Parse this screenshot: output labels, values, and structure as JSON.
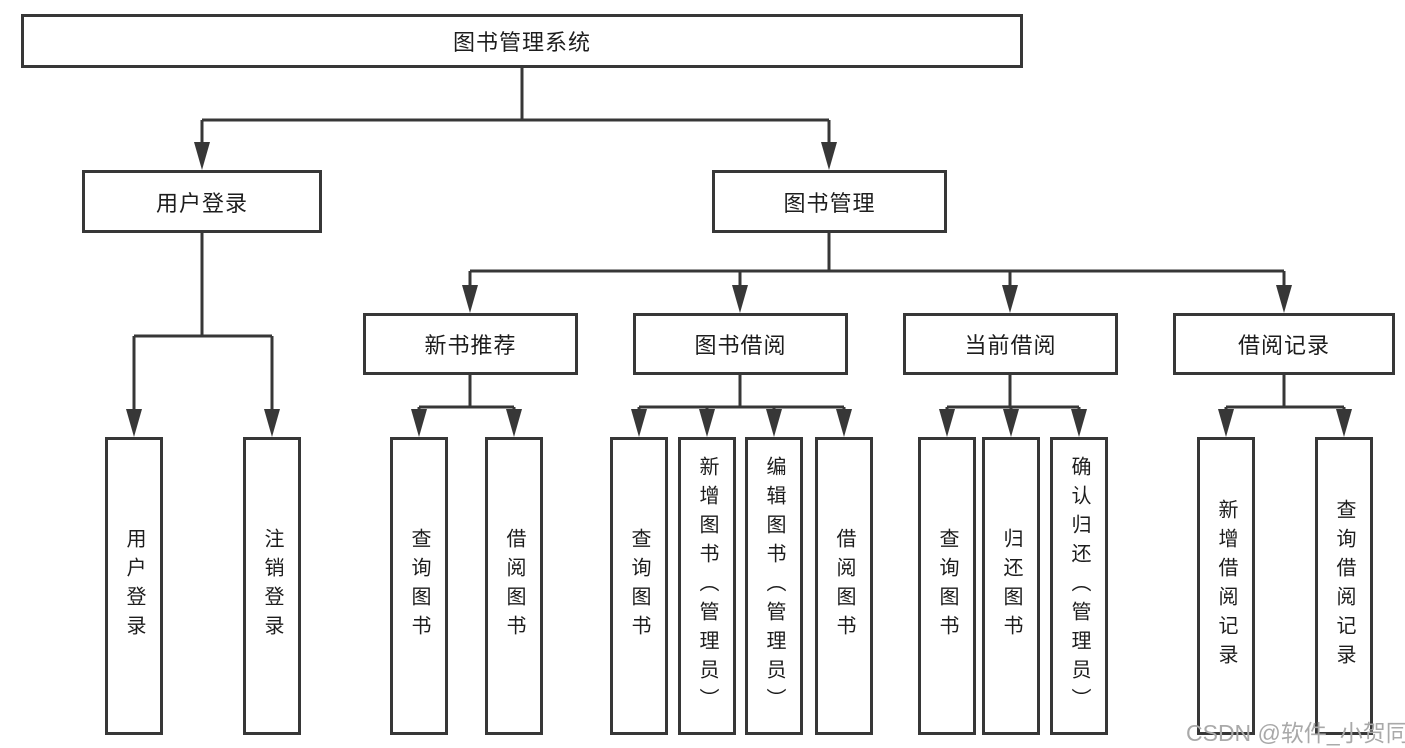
{
  "diagram": {
    "root": "图书管理系统",
    "user_branch": {
      "label": "用户登录",
      "children": [
        "用户登录",
        "注销登录"
      ]
    },
    "mgmt_branch": {
      "label": "图书管理",
      "groups": [
        {
          "label": "新书推荐",
          "children": [
            "查询图书",
            "借阅图书"
          ]
        },
        {
          "label": "图书借阅",
          "children": [
            "查询图书",
            "新增图书（管理员）",
            "编辑图书（管理员）",
            "借阅图书"
          ]
        },
        {
          "label": "当前借阅",
          "children": [
            "查询图书",
            "归还图书",
            "确认归还（管理员）"
          ]
        },
        {
          "label": "借阅记录",
          "children": [
            "新增借阅记录",
            "查询借阅记录"
          ]
        }
      ]
    }
  },
  "watermark": {
    "text": "CSDN @软件_小贺同学"
  },
  "colors": {
    "line": "#373737",
    "text": "#1d1d1d",
    "background": "#ffffff",
    "watermark": "#a9a9a9"
  }
}
